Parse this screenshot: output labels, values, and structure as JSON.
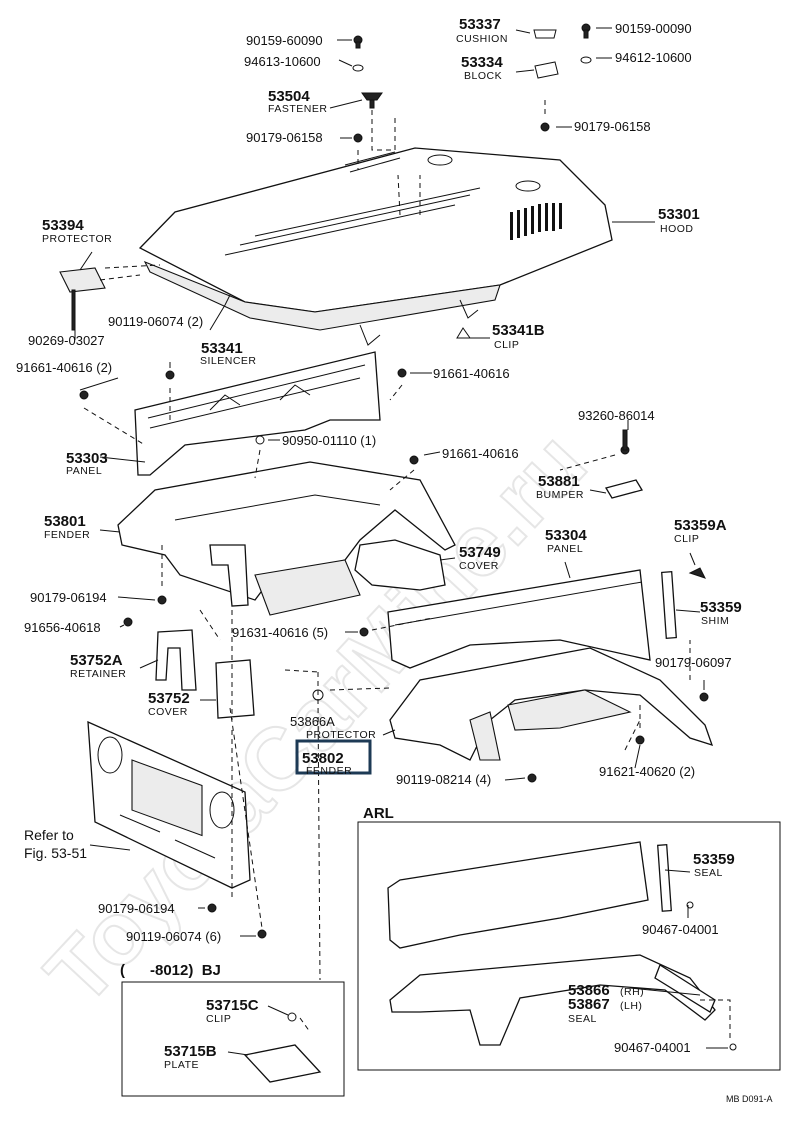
{
  "watermark": "ToyotaCarMine.ru",
  "diagram_code": "MB D091-A",
  "highlight_color": "#1d3a55",
  "parts": [
    {
      "pn": "90159-60090",
      "name": ""
    },
    {
      "pn": "94613-10600",
      "name": ""
    },
    {
      "pn": "53504",
      "name": "FASTENER"
    },
    {
      "pn": "90179-06158",
      "name": ""
    },
    {
      "pn": "53337",
      "name": "CUSHION"
    },
    {
      "pn": "90159-00090",
      "name": ""
    },
    {
      "pn": "53334",
      "name": "BLOCK"
    },
    {
      "pn": "94612-10600",
      "name": ""
    },
    {
      "pn": "90179-06158",
      "name": ""
    },
    {
      "pn": "53301",
      "name": "HOOD"
    },
    {
      "pn": "53394",
      "name": "PROTECTOR"
    },
    {
      "pn": "90269-03027",
      "name": ""
    },
    {
      "pn": "90119-06074 (2)",
      "name": ""
    },
    {
      "pn": "53341",
      "name": "SILENCER"
    },
    {
      "pn": "53341B",
      "name": "CLIP"
    },
    {
      "pn": "91661-40616 (2)",
      "name": ""
    },
    {
      "pn": "91661-40616",
      "name": ""
    },
    {
      "pn": "93260-86014",
      "name": ""
    },
    {
      "pn": "53303",
      "name": "PANEL"
    },
    {
      "pn": "90950-01110 (1)",
      "name": ""
    },
    {
      "pn": "91661-40616",
      "name": ""
    },
    {
      "pn": "53881",
      "name": "BUMPER"
    },
    {
      "pn": "53801",
      "name": "FENDER"
    },
    {
      "pn": "53749",
      "name": "COVER"
    },
    {
      "pn": "53304",
      "name": "PANEL"
    },
    {
      "pn": "53359A",
      "name": "CLIP"
    },
    {
      "pn": "90179-06194",
      "name": ""
    },
    {
      "pn": "91656-40618",
      "name": ""
    },
    {
      "pn": "91631-40616 (5)",
      "name": ""
    },
    {
      "pn": "53359",
      "name": "SHIM"
    },
    {
      "pn": "53752A",
      "name": "RETAINER"
    },
    {
      "pn": "90179-06097",
      "name": ""
    },
    {
      "pn": "53752",
      "name": "COVER"
    },
    {
      "pn": "53866A",
      "name": "PROTECTOR"
    },
    {
      "pn": "53802",
      "name": "FENDER"
    },
    {
      "pn": "91621-40620 (2)",
      "name": ""
    },
    {
      "pn": "90119-08214 (4)",
      "name": ""
    },
    {
      "pn": "90179-06194",
      "name": ""
    },
    {
      "pn": "90119-06074 (6)",
      "name": ""
    }
  ],
  "refer_note": {
    "line1": "Refer to",
    "line2": "Fig. 53-51"
  },
  "section_bj": {
    "title": "(      -8012)  BJ",
    "parts": [
      {
        "pn": "53715C",
        "name": "CLIP"
      },
      {
        "pn": "53715B",
        "name": "PLATE"
      }
    ]
  },
  "section_arl": {
    "title": "ARL",
    "parts": [
      {
        "pn": "53359",
        "name": "SEAL"
      },
      {
        "pn": "90467-04001",
        "name": ""
      },
      {
        "pn": "53866",
        "name": "(RH)"
      },
      {
        "pn": "53867",
        "name": "(LH)"
      },
      {
        "pn": "",
        "name": "SEAL"
      },
      {
        "pn": "90467-04001",
        "name": ""
      }
    ]
  }
}
